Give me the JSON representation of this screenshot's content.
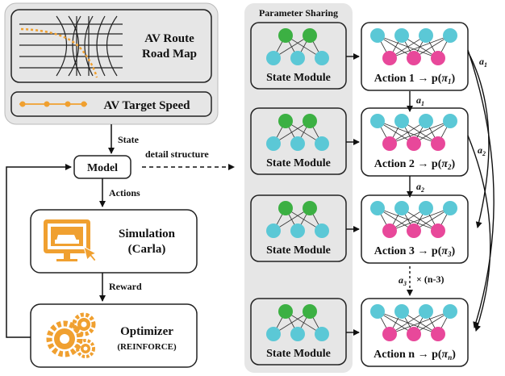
{
  "left": {
    "route_map_label_1": "AV Route",
    "route_map_label_2": "Road Map",
    "target_speed_label": "AV Target Speed",
    "state_label": "State",
    "model_label": "Model",
    "detail_label": "detail structure",
    "actions_label": "Actions",
    "simulation_label_1": "Simulation",
    "simulation_label_2": "(Carla)",
    "reward_label": "Reward",
    "optimizer_label_1": "Optimizer",
    "optimizer_label_2": "(REINFORCE)"
  },
  "right": {
    "sharing_title": "Parameter Sharing",
    "state_module_label": "State Module",
    "actions": [
      {
        "text": "Action 1 → p(",
        "sym": "π",
        "sub": "1"
      },
      {
        "text": "Action 2 → p(",
        "sym": "π",
        "sub": "2"
      },
      {
        "text": "Action 3 → p(",
        "sym": "π",
        "sub": "3"
      },
      {
        "text": "Action n → p(",
        "sym": "π",
        "sub": "n"
      }
    ],
    "a1": "a",
    "a1_sub": "1",
    "a2": "a",
    "a2_sub": "2",
    "a3": "a",
    "a3_sub": "3",
    "repeat_label": "× (n-3)",
    "side_a1": "a",
    "side_a1_sub": "1",
    "side_a2": "a",
    "side_a2_sub": "2"
  },
  "colors": {
    "green": "#3cb043",
    "cyan": "#5bc8d6",
    "pink": "#e8489a",
    "orange": "#f0a030",
    "panel": "#e6e6e6"
  }
}
